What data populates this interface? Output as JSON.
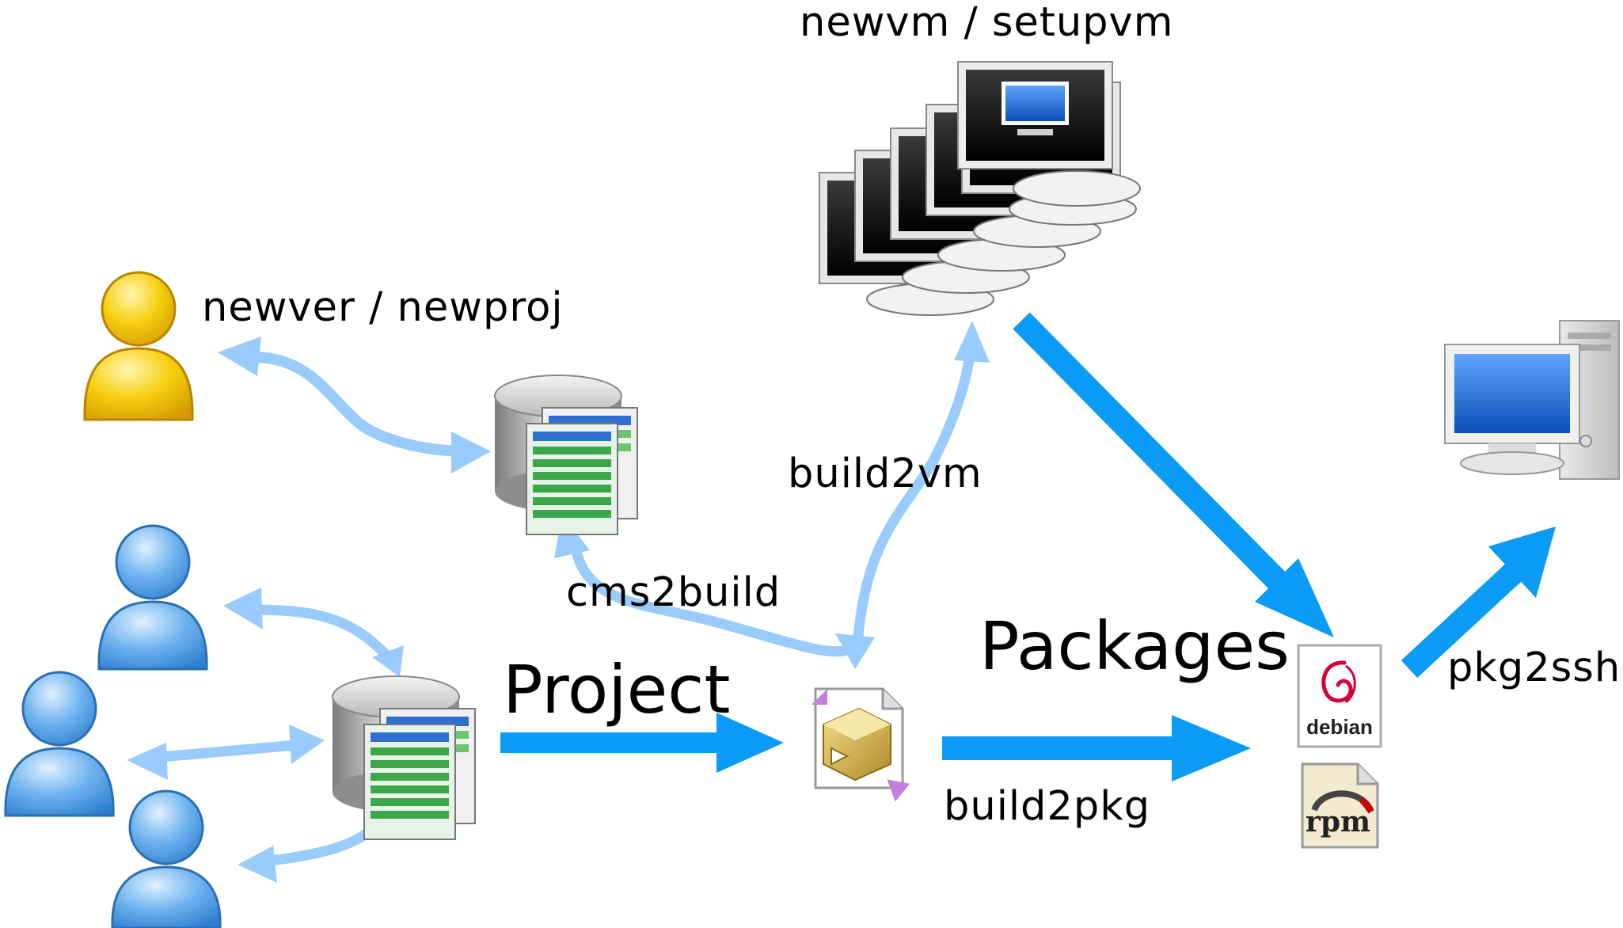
{
  "labels": {
    "newvm_setupvm": "newvm / setupvm",
    "newver_newproj": "newver / newproj",
    "build2vm": "build2vm",
    "cms2build": "cms2build",
    "project": "Project",
    "packages": "Packages",
    "build2pkg": "build2pkg",
    "pkg2ssh": "pkg2ssh",
    "debian": "debian",
    "rpm": "rpm"
  },
  "colors": {
    "arrow_strong": "#0a9bf7",
    "arrow_light": "#99ccfc",
    "user_admin": "#f5c100",
    "user_dev": "#5aa9ec",
    "database_body": "#9a9a9a",
    "monitor_screen": "#1f6fd6"
  },
  "nodes": {
    "admin": {
      "icon": "user-yellow-icon"
    },
    "developers": {
      "icon": "user-blue-icon",
      "count": 3
    },
    "repo_central": {
      "icon": "database-icon"
    },
    "repo_local": {
      "icon": "database-icon"
    },
    "build_package": {
      "icon": "package-file-icon"
    },
    "virtual_machines": {
      "icon": "monitor-stack-icon",
      "count": 6
    },
    "packages": {
      "icons": [
        "debian-icon",
        "rpm-icon"
      ]
    },
    "target_server": {
      "icon": "desktop-computer-icon"
    }
  }
}
